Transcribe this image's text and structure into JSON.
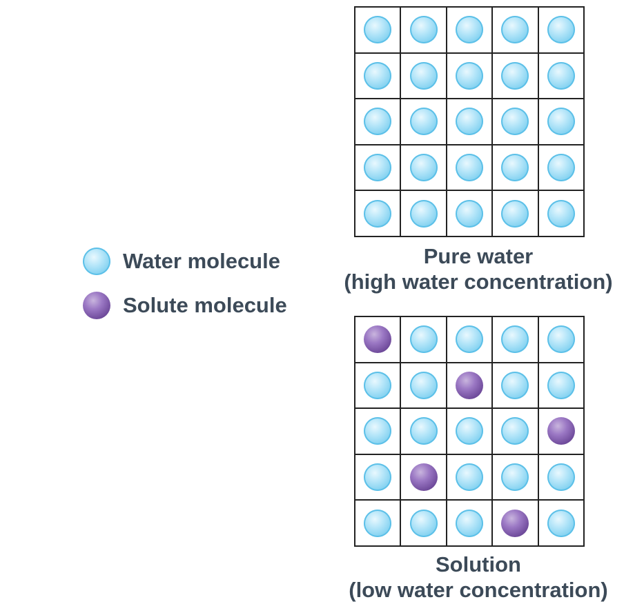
{
  "legend": {
    "water_label": "Water molecule",
    "solute_label": "Solute molecule"
  },
  "pure": {
    "title": "Pure water",
    "subtitle": "(high water concentration)",
    "grid": [
      [
        "W",
        "W",
        "W",
        "W",
        "W"
      ],
      [
        "W",
        "W",
        "W",
        "W",
        "W"
      ],
      [
        "W",
        "W",
        "W",
        "W",
        "W"
      ],
      [
        "W",
        "W",
        "W",
        "W",
        "W"
      ],
      [
        "W",
        "W",
        "W",
        "W",
        "W"
      ]
    ]
  },
  "solution": {
    "title": "Solution",
    "subtitle": "(low water concentration)",
    "grid": [
      [
        "S",
        "W",
        "W",
        "W",
        "W"
      ],
      [
        "W",
        "W",
        "S",
        "W",
        "W"
      ],
      [
        "W",
        "W",
        "W",
        "W",
        "S"
      ],
      [
        "W",
        "S",
        "W",
        "W",
        "W"
      ],
      [
        "W",
        "W",
        "W",
        "S",
        "W"
      ]
    ]
  },
  "colors": {
    "water": "#7fd0f0",
    "solute": "#6e4a9a",
    "text": "#3c4a58",
    "grid_line": "#222222"
  }
}
